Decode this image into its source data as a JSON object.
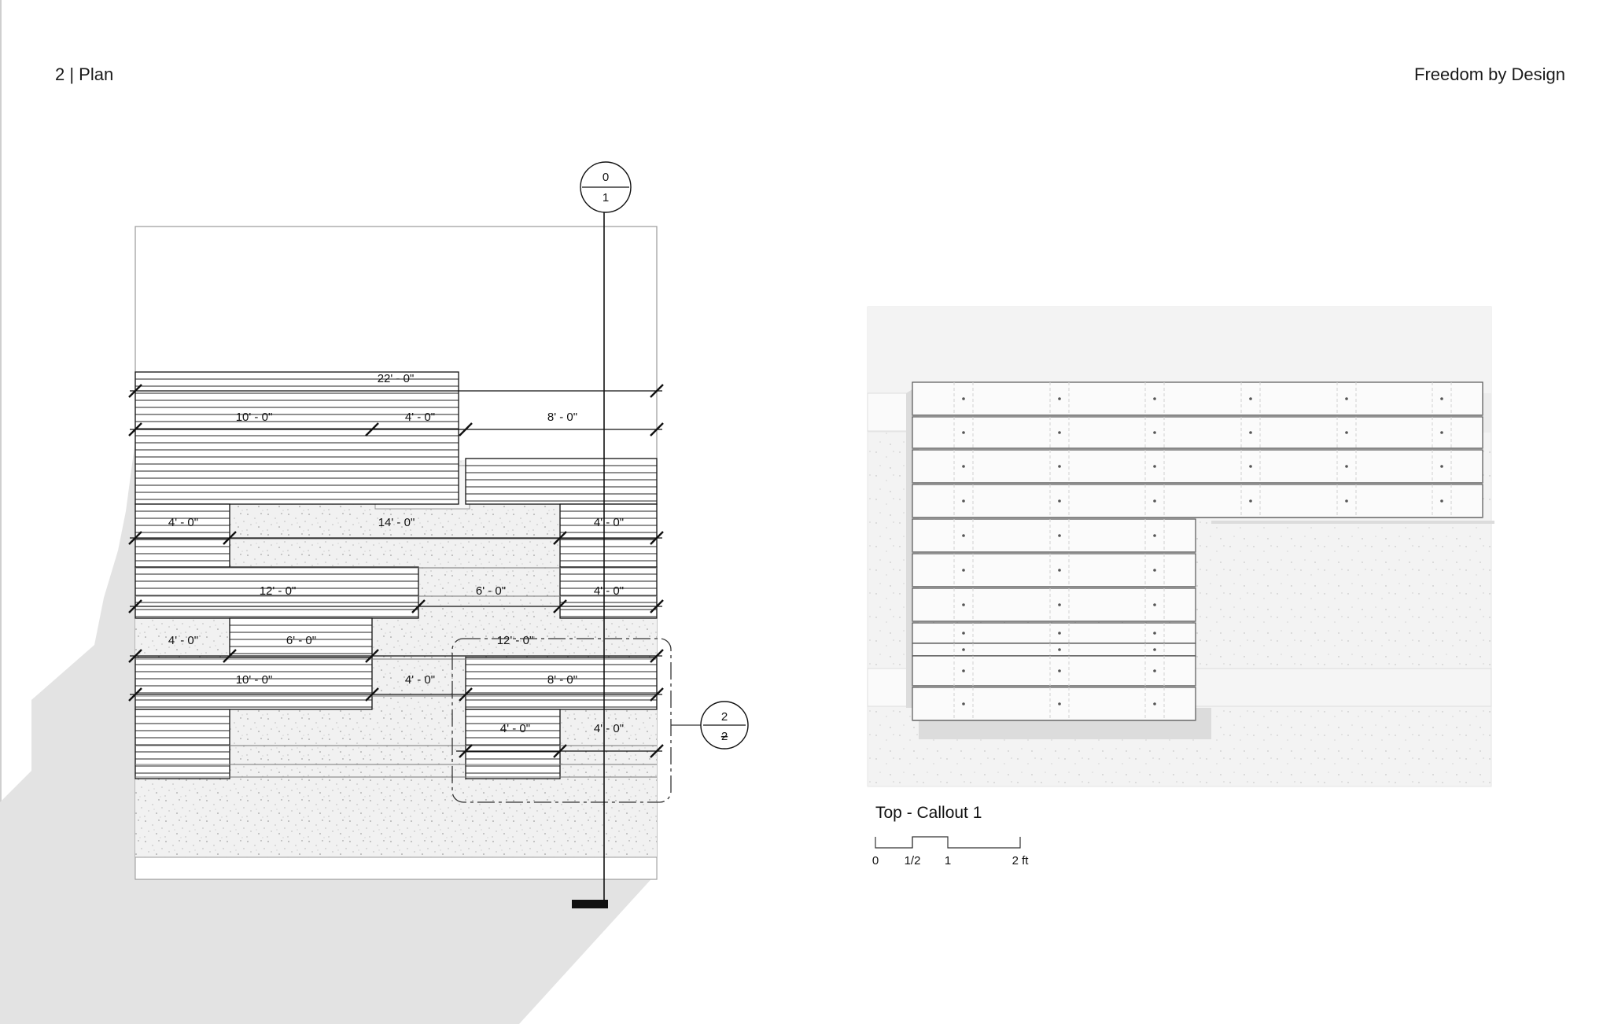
{
  "header": {
    "section": "2 | Plan",
    "project": "Freedom by Design"
  },
  "plan": {
    "section_marker": {
      "top": "0",
      "bottom": "1"
    },
    "callout_marker": {
      "top": "2",
      "bottom": "2"
    },
    "dimensions": {
      "overall": "22' - 0\"",
      "row1": [
        "10' - 0\"",
        "4' - 0\"",
        "8' - 0\""
      ],
      "row2": [
        "4' - 0\"",
        "14' - 0\"",
        "4' - 0\""
      ],
      "row3": [
        "12' - 0\"",
        "6' - 0\"",
        "4' - 0\""
      ],
      "row4": [
        "4' - 0\"",
        "6' - 0\"",
        "12' - 0\""
      ],
      "row5": [
        "10' - 0\"",
        "4' - 0\"",
        "8' - 0\""
      ],
      "row6": [
        "4' - 0\"",
        "4' - 0\""
      ]
    }
  },
  "callout": {
    "title": "Top - Callout 1",
    "scale_labels": [
      "0",
      "1/2",
      "1",
      "2 ft"
    ]
  },
  "colors": {
    "shadow": "#e3e3e3",
    "ink": "#111111",
    "gravel": "#f1f1f1"
  }
}
